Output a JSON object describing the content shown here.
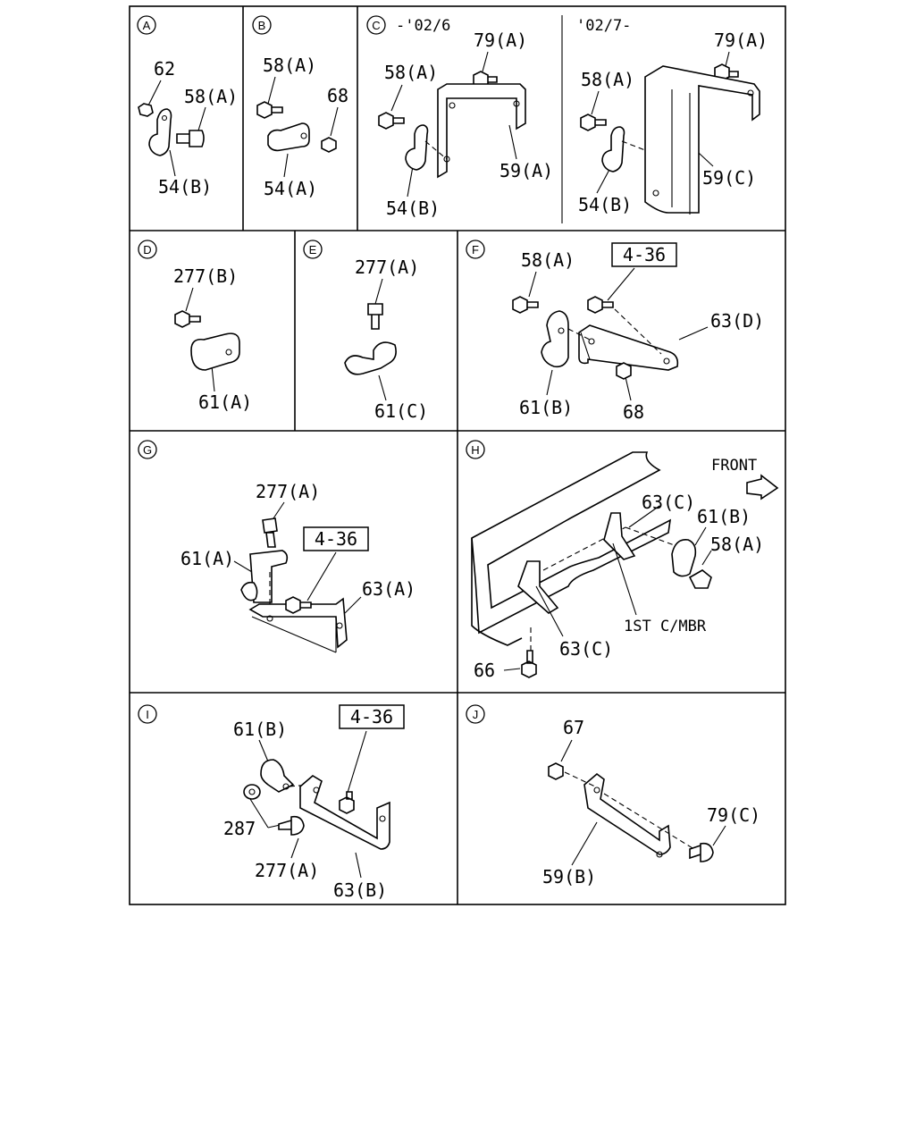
{
  "panels": {
    "A": {
      "tag": "A",
      "labels": {
        "p62": "62",
        "p58a": "58(A)",
        "p54b": "54(B)"
      }
    },
    "B": {
      "tag": "B",
      "labels": {
        "p58a": "58(A)",
        "p68": "68",
        "p54a": "54(A)"
      }
    },
    "C": {
      "tag": "C",
      "date_left": "-'02/6",
      "date_right": "'02/7-",
      "labels": {
        "p79a_l": "79(A)",
        "p58a_l": "58(A)",
        "p59a": "59(A)",
        "p54b_l": "54(B)",
        "p79a_r": "79(A)",
        "p58a_r": "58(A)",
        "p59c": "59(C)",
        "p54b_r": "54(B)"
      }
    },
    "D": {
      "tag": "D",
      "labels": {
        "p277b": "277(B)",
        "p61a": "61(A)"
      }
    },
    "E": {
      "tag": "E",
      "labels": {
        "p277a": "277(A)",
        "p61c": "61(C)"
      }
    },
    "F": {
      "tag": "F",
      "ref": "4-36",
      "labels": {
        "p58a": "58(A)",
        "p63d": "63(D)",
        "p61b": "61(B)",
        "p68": "68"
      }
    },
    "G": {
      "tag": "G",
      "ref": "4-36",
      "labels": {
        "p277a": "277(A)",
        "p61a": "61(A)",
        "p63a": "63(A)"
      }
    },
    "H": {
      "tag": "H",
      "front": "FRONT",
      "member": "1ST C/MBR",
      "labels": {
        "p63c_t": "63(C)",
        "p61b": "61(B)",
        "p58a": "58(A)",
        "p63c_b": "63(C)",
        "p66": "66"
      }
    },
    "I": {
      "tag": "I",
      "ref": "4-36",
      "labels": {
        "p61b": "61(B)",
        "p287": "287",
        "p277a": "277(A)",
        "p63b": "63(B)"
      }
    },
    "J": {
      "tag": "J",
      "labels": {
        "p67": "67",
        "p79c": "79(C)",
        "p59b": "59(B)"
      }
    }
  }
}
